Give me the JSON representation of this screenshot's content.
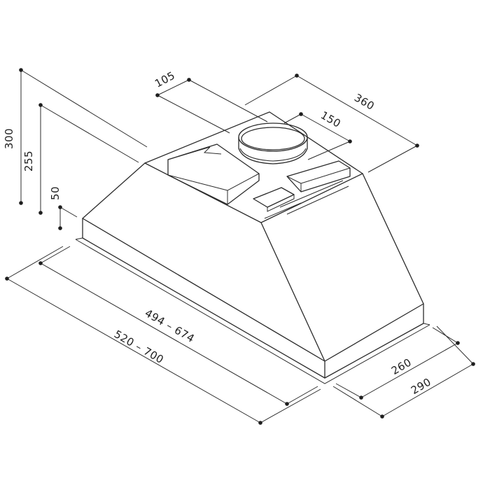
{
  "dimensions": {
    "height_total": "300",
    "height_body": "255",
    "height_flange": "50",
    "offset_outlet": "105",
    "depth_top": "360",
    "outlet_diameter": "150",
    "width_inner": "494 – 674",
    "width_outer": "520 – 700",
    "depth_inner": "260",
    "depth_outer": "290"
  },
  "colors": {
    "line": "#2b2b2b",
    "background": "#ffffff"
  }
}
